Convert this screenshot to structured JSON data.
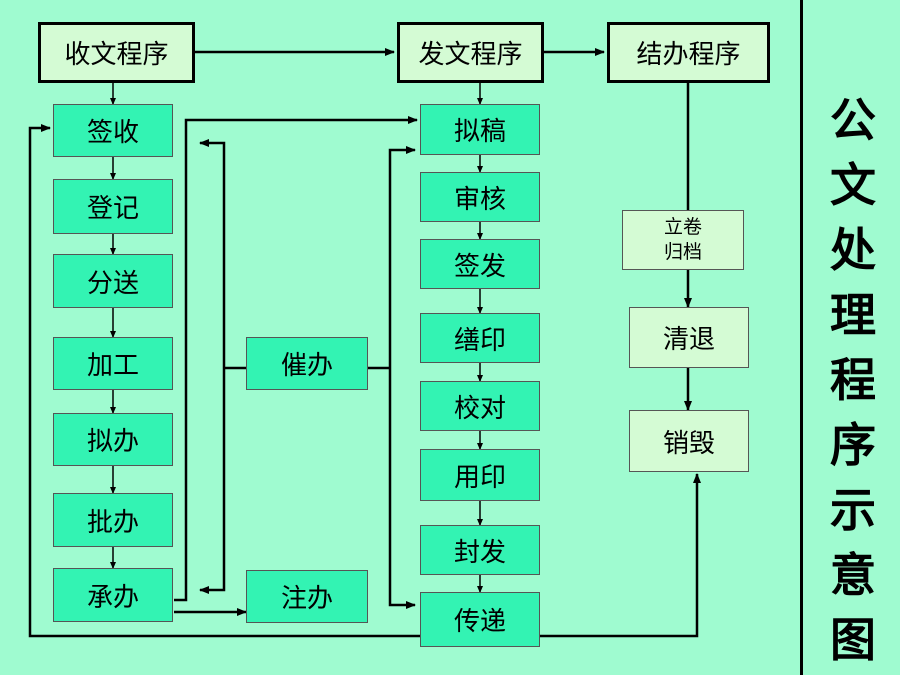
{
  "title": "公文处理程序示意图",
  "sections": {
    "receive": "收文程序",
    "send": "发文程序",
    "finish": "结办程序"
  },
  "receive_steps": [
    "签收",
    "登记",
    "分送",
    "加工",
    "拟办",
    "批办",
    "承办"
  ],
  "send_steps": [
    "拟稿",
    "审核",
    "签发",
    "缮印",
    "校对",
    "用印",
    "封发",
    "传递"
  ],
  "finish_steps": [
    "立卷\n归档",
    "清退",
    "销毁"
  ],
  "side_nodes": {
    "urge": "催办",
    "note": "注办"
  },
  "colors": {
    "background": "#9ffbd0",
    "step_fill": "#33f3b3",
    "header_fill": "#d4fbd4",
    "line": "#000000"
  }
}
